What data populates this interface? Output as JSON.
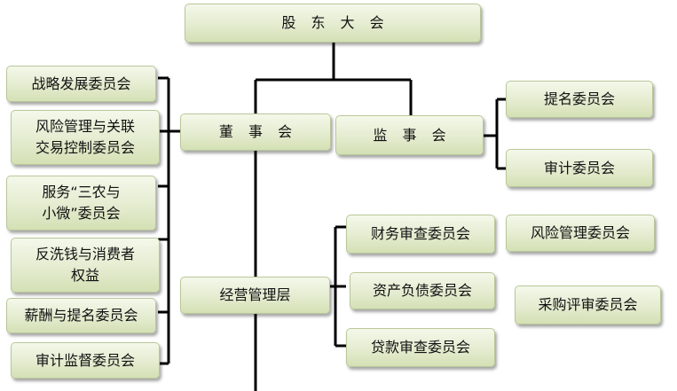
{
  "top": {
    "label": "股 东 大 会"
  },
  "board": {
    "label": "董 事 会"
  },
  "supervisors": {
    "label": "监 事 会"
  },
  "management": {
    "label": "经营管理层"
  },
  "board_committees": [
    "战略发展委员会",
    "风险管理与关联\n交易控制委员会",
    "服务“三农与\n小微”委员会",
    "反洗钱与消费者\n权益",
    "薪酬与提名委员会",
    "审计监督委员会"
  ],
  "supervisor_committees": [
    "提名委员会",
    "审计委员会"
  ],
  "management_committees": [
    "财务审查委员会",
    "资产负债委员会",
    "贷款审查委员会"
  ],
  "other_committees": [
    "风险管理委员会",
    "采购评审委员会"
  ]
}
